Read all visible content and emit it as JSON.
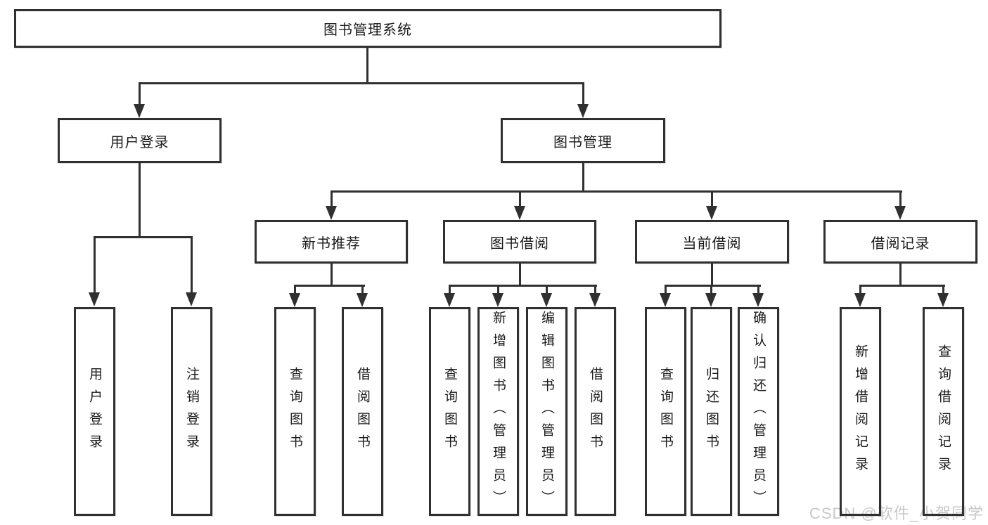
{
  "tree": {
    "label": "图书管理系统",
    "children": [
      {
        "label": "用户登录",
        "children": [
          {
            "label": "用户登录"
          },
          {
            "label": "注销登录"
          }
        ]
      },
      {
        "label": "图书管理",
        "children": [
          {
            "label": "新书推荐",
            "children": [
              {
                "label": "查询图书"
              },
              {
                "label": "借阅图书"
              }
            ]
          },
          {
            "label": "图书借阅",
            "children": [
              {
                "label": "查询图书"
              },
              {
                "label": "新增图书（管理员）"
              },
              {
                "label": "编辑图书（管理员）"
              },
              {
                "label": "借阅图书"
              }
            ]
          },
          {
            "label": "当前借阅",
            "children": [
              {
                "label": "查询图书"
              },
              {
                "label": "归还图书"
              },
              {
                "label": "确认归还（管理员）"
              }
            ]
          },
          {
            "label": "借阅记录",
            "children": [
              {
                "label": "新增借阅记录"
              },
              {
                "label": "查询借阅记录"
              }
            ]
          }
        ]
      }
    ]
  },
  "watermark": "CSDN @软件_小贺同学",
  "colors": {
    "line": "#303030",
    "text": "#1a1a1a",
    "watermark": "#c8c8c8",
    "background": "#ffffff"
  }
}
